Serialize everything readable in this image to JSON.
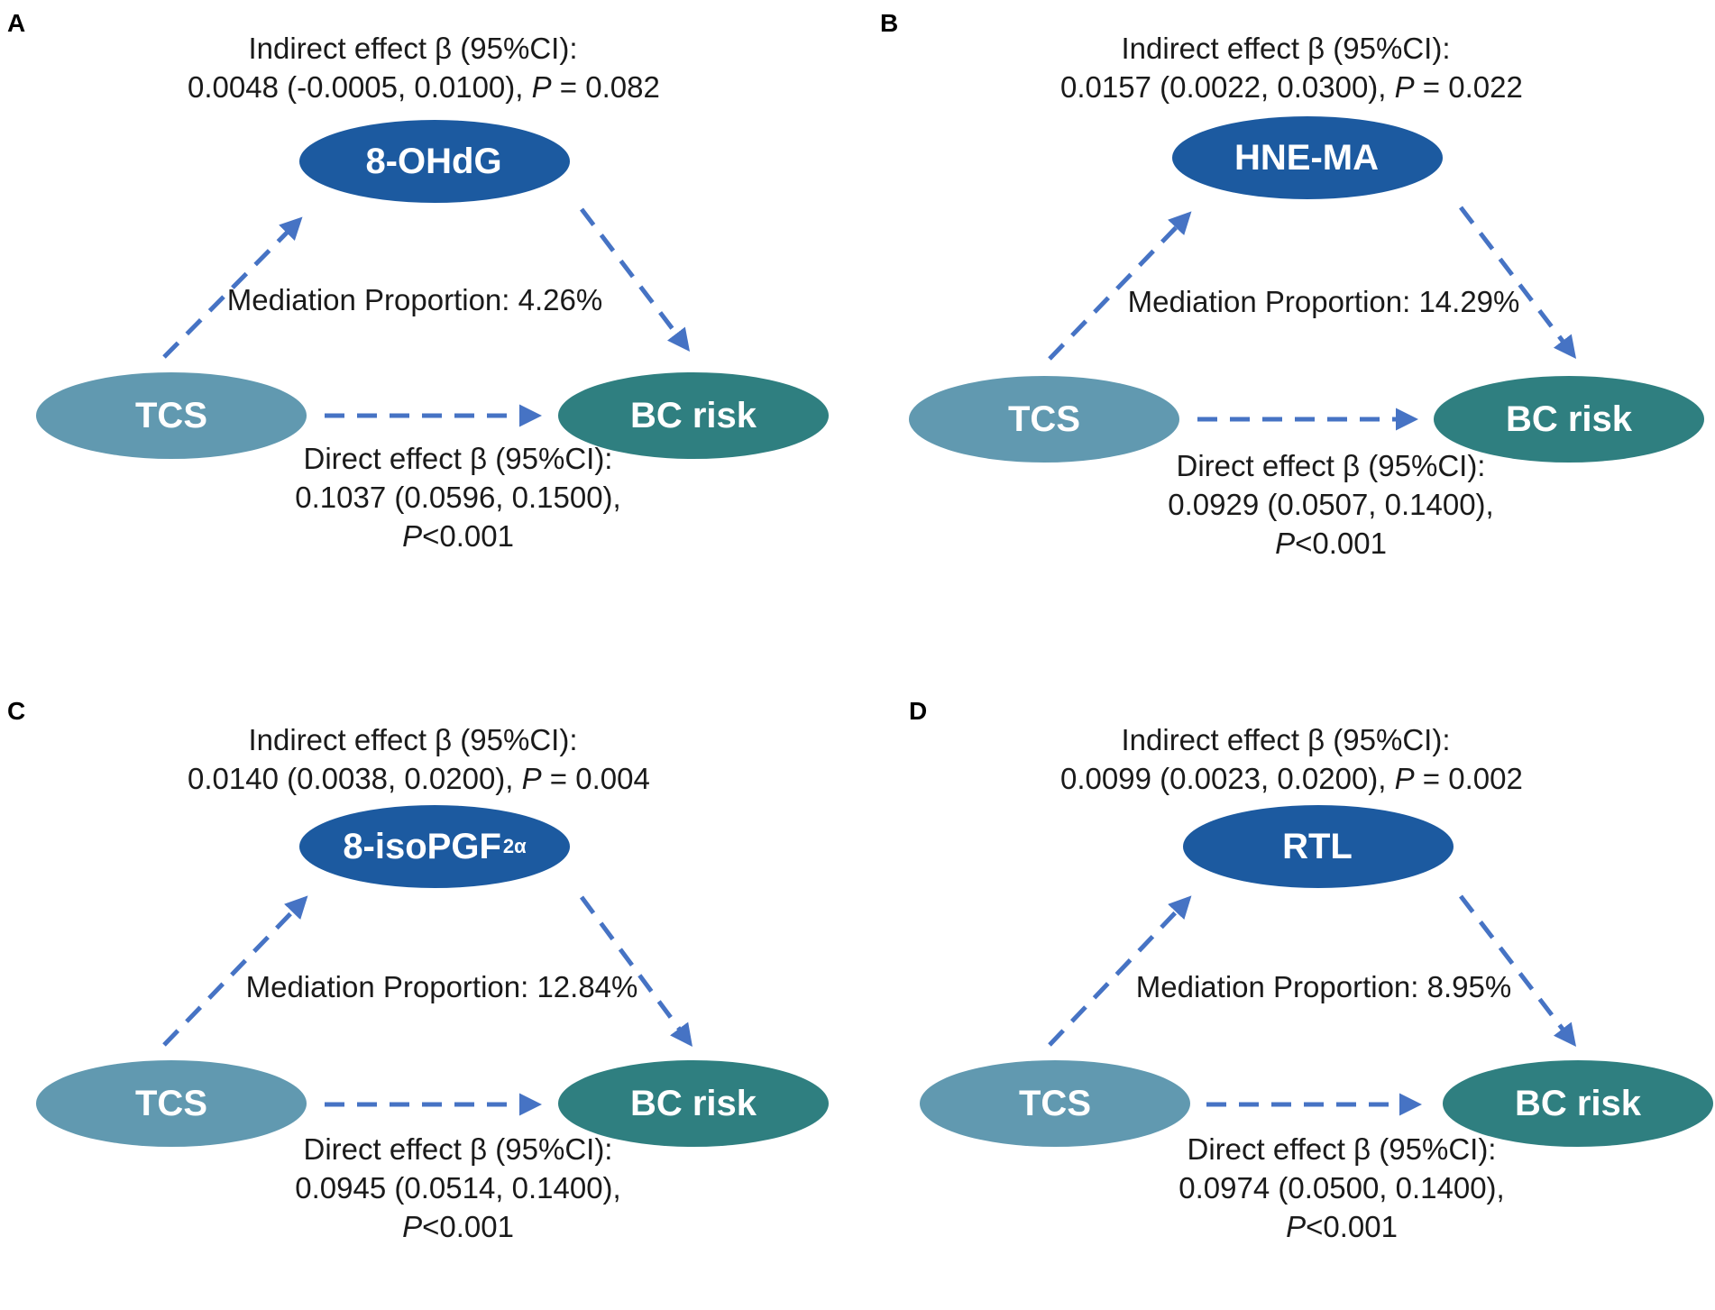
{
  "colors": {
    "mediator_fill": "#1c5aa0",
    "exposure_fill": "#6199b0",
    "outcome_fill": "#2f7f80",
    "arrow": "#4673c4",
    "text": "#1a1a1a"
  },
  "panels": [
    {
      "letter": "A",
      "indirect_label": "Indirect effect β (95%CI):",
      "indirect_value": "0.0048 (-0.0005, 0.0100),",
      "indirect_p_symbol": "P",
      "indirect_p_value": " = 0.082",
      "mediator": "8-OHdG",
      "mediator_sub": "",
      "mediation": "Mediation Proportion: 4.26%",
      "exposure": "TCS",
      "outcome": "BC risk",
      "direct_label": "Direct effect β (95%CI):",
      "direct_value": "0.1037 (0.0596, 0.1500),",
      "direct_p_symbol": "P",
      "direct_p_value": "<0.001"
    },
    {
      "letter": "B",
      "indirect_label": "Indirect effect β (95%CI):",
      "indirect_value": "0.0157 (0.0022, 0.0300),",
      "indirect_p_symbol": "P",
      "indirect_p_value": " = 0.022",
      "mediator": "HNE-MA",
      "mediator_sub": "",
      "mediation": "Mediation Proportion: 14.29%",
      "exposure": "TCS",
      "outcome": "BC risk",
      "direct_label": "Direct effect β (95%CI):",
      "direct_value": "0.0929 (0.0507, 0.1400),",
      "direct_p_symbol": "P",
      "direct_p_value": "<0.001"
    },
    {
      "letter": "C",
      "indirect_label": "Indirect effect β (95%CI):",
      "indirect_value": "0.0140 (0.0038, 0.0200),",
      "indirect_p_symbol": "P",
      "indirect_p_value": " = 0.004",
      "mediator": "8-isoPGF",
      "mediator_sub": "2α",
      "mediation": "Mediation Proportion: 12.84%",
      "exposure": "TCS",
      "outcome": "BC risk",
      "direct_label": "Direct effect β (95%CI):",
      "direct_value": "0.0945 (0.0514, 0.1400),",
      "direct_p_symbol": "P",
      "direct_p_value": "<0.001"
    },
    {
      "letter": "D",
      "indirect_label": "Indirect effect β (95%CI):",
      "indirect_value": "0.0099 (0.0023, 0.0200),",
      "indirect_p_symbol": "P",
      "indirect_p_value": " = 0.002",
      "mediator": "RTL",
      "mediator_sub": "",
      "mediation": "Mediation Proportion: 8.95%",
      "exposure": "TCS",
      "outcome": "BC risk",
      "direct_label": "Direct effect β (95%CI):",
      "direct_value": "0.0974 (0.0500, 0.1400),",
      "direct_p_symbol": "P",
      "direct_p_value": "<0.001"
    }
  ]
}
